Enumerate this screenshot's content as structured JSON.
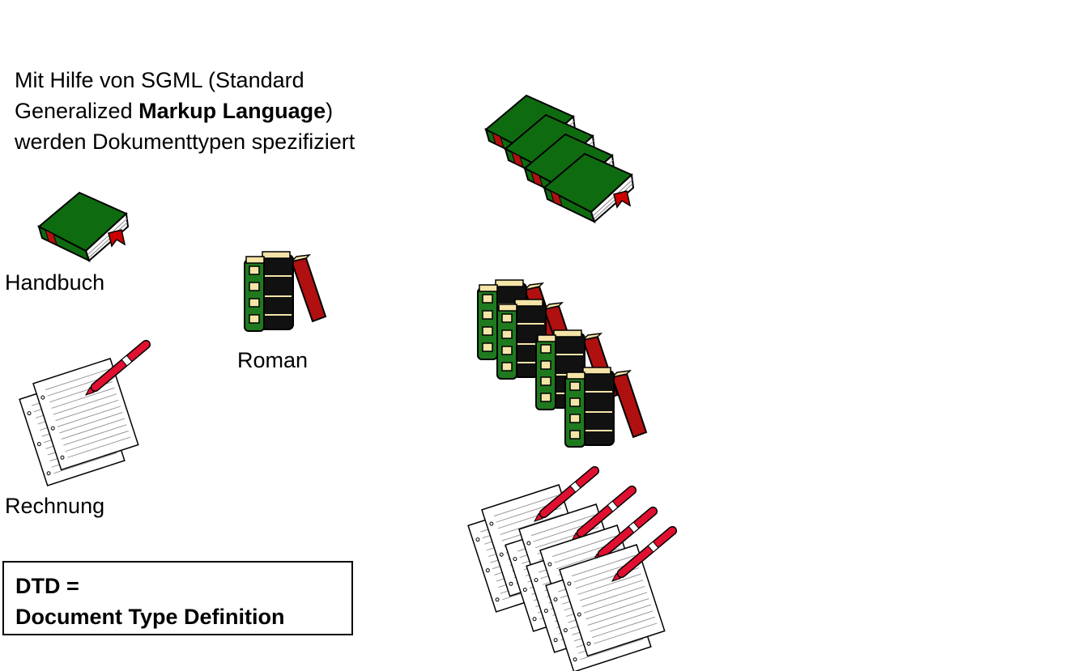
{
  "intro": {
    "line1": "Mit Hilfe von SGML (Standard",
    "line2_pre": "Generalized ",
    "line2_bold": "Markup Language",
    "line2_post": ")",
    "line3": "werden Dokumenttypen spezifiziert"
  },
  "labels": {
    "handbuch": "Handbuch",
    "roman": "Roman",
    "rechnung": "Rechnung"
  },
  "dtd": {
    "line1": "DTD =",
    "line2": "Document Type Definition"
  },
  "colors": {
    "book_green": "#0f6b0f",
    "book_spine_red": "#b01010",
    "bookmark_red": "#cc0000",
    "novel_black": "#111111",
    "novel_green": "#1f7a1f",
    "label_cream": "#f4e4a8",
    "pen_red": "#e01030"
  },
  "icons": {
    "manual": "green-book-icon",
    "novel": "book-stack-icon",
    "invoice": "paper-and-pen-icon"
  }
}
